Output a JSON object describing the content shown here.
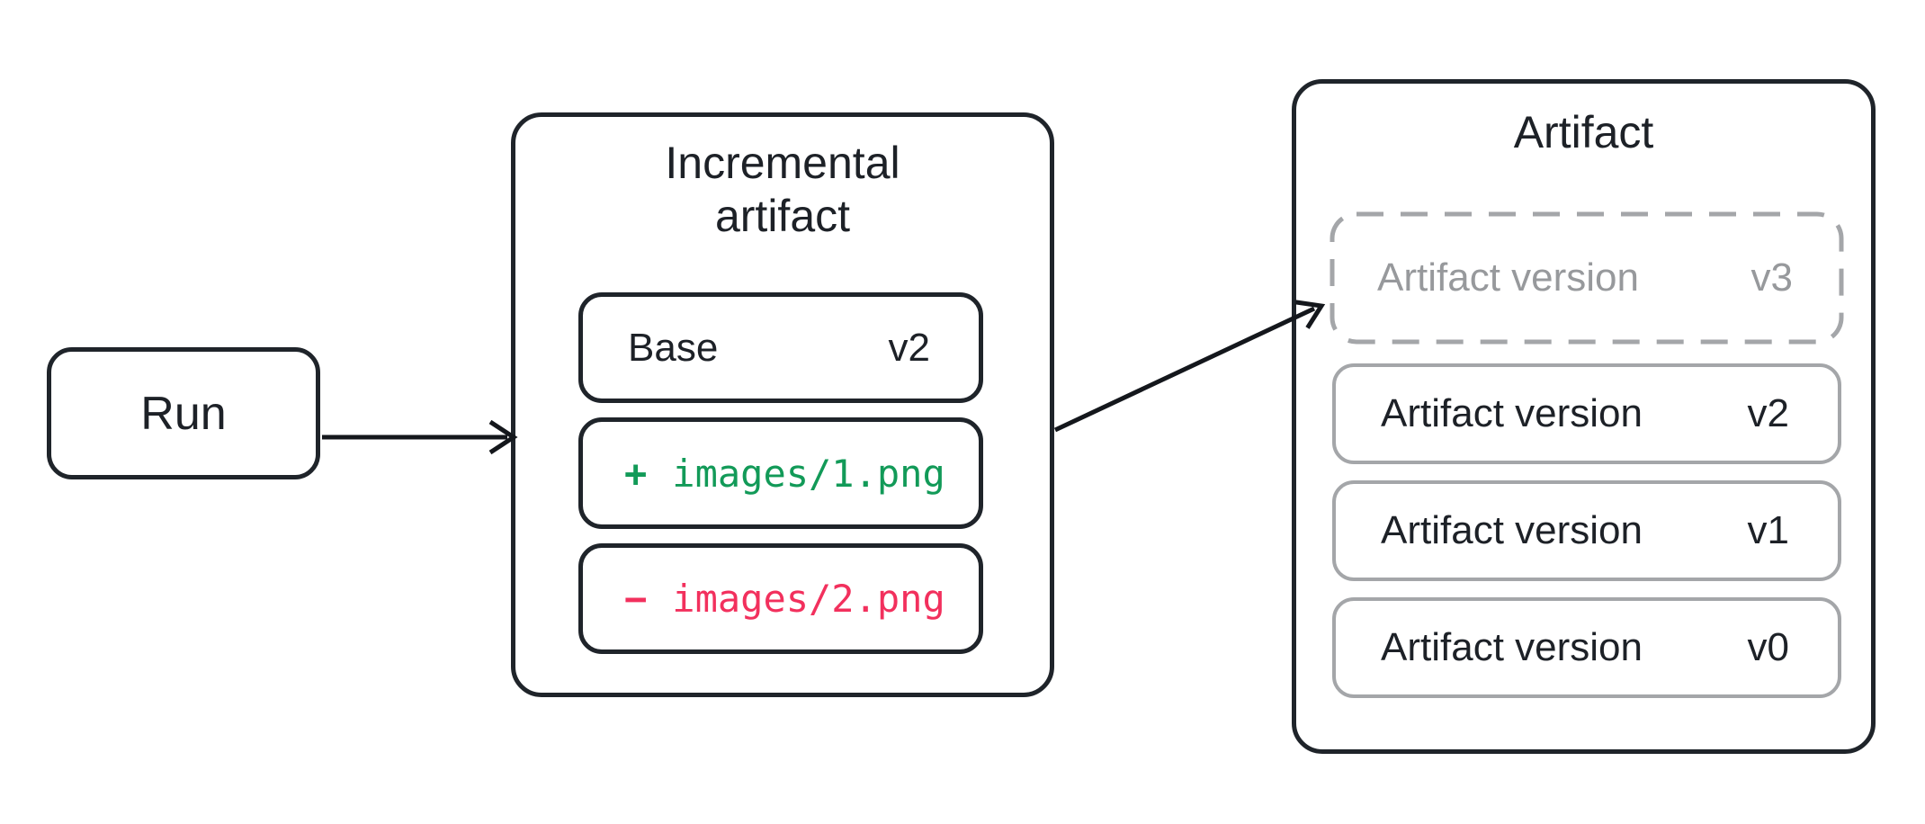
{
  "colors": {
    "outline": "#1f242a",
    "arrow": "#14171c",
    "chipline": "#a4a6a9",
    "muted": "#97999c",
    "added": "#129a58",
    "removed": "#f2305d",
    "ink": "#1d2127"
  },
  "nodes": {
    "run": {
      "label": "Run"
    },
    "incremental_artifact": {
      "title_line1": "Incremental",
      "title_line2": "artifact",
      "base": {
        "label": "Base",
        "version": "v2"
      },
      "added_file": {
        "sign": "+",
        "path": "images/1.png"
      },
      "removed_file": {
        "sign": "−",
        "path": "images/2.png"
      }
    },
    "artifact": {
      "title": "Artifact",
      "versions": [
        {
          "label": "Artifact version",
          "version": "v3",
          "state": "incoming"
        },
        {
          "label": "Artifact version",
          "version": "v2",
          "state": "saved"
        },
        {
          "label": "Artifact version",
          "version": "v1",
          "state": "saved"
        },
        {
          "label": "Artifact version",
          "version": "v0",
          "state": "saved"
        }
      ]
    }
  }
}
